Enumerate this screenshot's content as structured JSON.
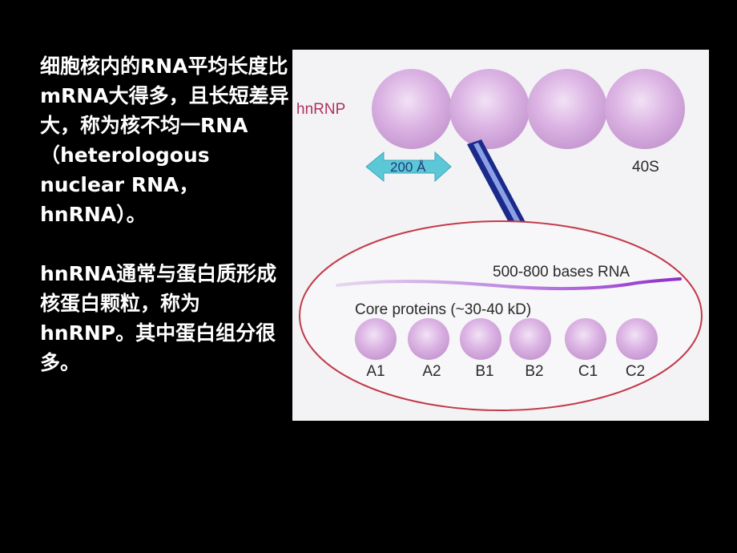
{
  "paragraph1": "细胞核内的RNA平均长度比mRNA大得多，且长短差异大，称为核不均一RNA（heterologous nuclear RNA，hnRNA）。",
  "paragraph2": "hnRNA通常与蛋白质形成核蛋白颗粒，称为hnRNP。其中蛋白组分很多。",
  "figure": {
    "hnrnp_label": "hnRNP",
    "size_label": "200 Å",
    "sedimentation_label": "40S",
    "rna_label": "500-800 bases RNA",
    "core_label": "Core proteins  (~30-40 kD)",
    "proteins": [
      "A1",
      "A2",
      "B1",
      "B2",
      "C1",
      "C2"
    ],
    "colors": {
      "sphere": "#dcb4e4",
      "sphere_edge": "#c79ad2",
      "arrow_teal": "#5cc7d6",
      "arrow_navy": "#1a2a8a",
      "ellipse_border": "#c23a4a",
      "rna_strand": "#a04fd0",
      "hnrnp_label": "#b03060"
    }
  }
}
